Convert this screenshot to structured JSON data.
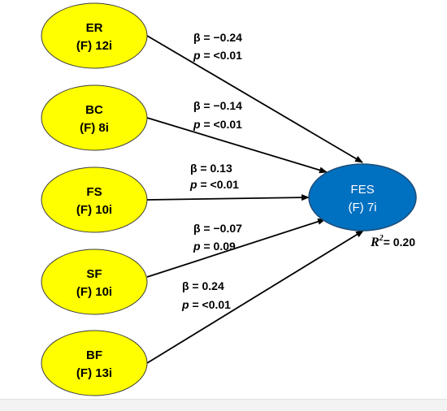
{
  "colors": {
    "predictor_fill": "#ffff00",
    "predictor_stroke": "#3c3c3c",
    "outcome_fill": "#0070c0",
    "outcome_stroke": "#1f4e79",
    "arrow": "#000000"
  },
  "predictors": [
    {
      "line1": "ER",
      "line2": "(F) 12i"
    },
    {
      "line1": "BC",
      "line2": "(F) 8i"
    },
    {
      "line1": "FS",
      "line2": "(F) 10i"
    },
    {
      "line1": "SF",
      "line2": "(F) 10i"
    },
    {
      "line1": "BF",
      "line2": "(F) 13i"
    }
  ],
  "outcome": {
    "line1": "FES",
    "line2": "(F) 7i"
  },
  "paths": [
    {
      "beta": "−0.24",
      "p": "<0.01"
    },
    {
      "beta": "−0.14",
      "p": "<0.01"
    },
    {
      "beta": "0.13",
      "p": "<0.01"
    },
    {
      "beta": "−0.07",
      "p": "0.09"
    },
    {
      "beta": "0.24",
      "p": "<0.01"
    }
  ],
  "coef_prefix": {
    "beta": "β = ",
    "p_symbol": "p",
    "p_eq": " = "
  },
  "r_squared": {
    "symbol": "R",
    "superscript": "2",
    "value": "= 0.20"
  }
}
